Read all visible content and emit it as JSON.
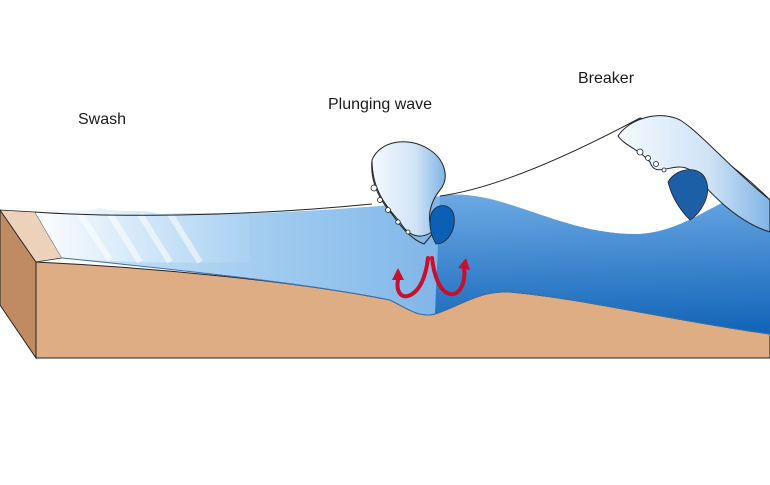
{
  "labels": {
    "swash": "Swash",
    "plunging_wave": "Plunging wave",
    "breaker": "Breaker"
  },
  "colors": {
    "sand_top": "#dfad84",
    "sand_front": "#d9a77c",
    "sand_side": "#c08a62",
    "water_light": "#b7d9f4",
    "water_mid": "#5a9ddf",
    "water_deep": "#0b5fb5",
    "foam": "#ffffff",
    "current_arrow": "#c8102e"
  }
}
